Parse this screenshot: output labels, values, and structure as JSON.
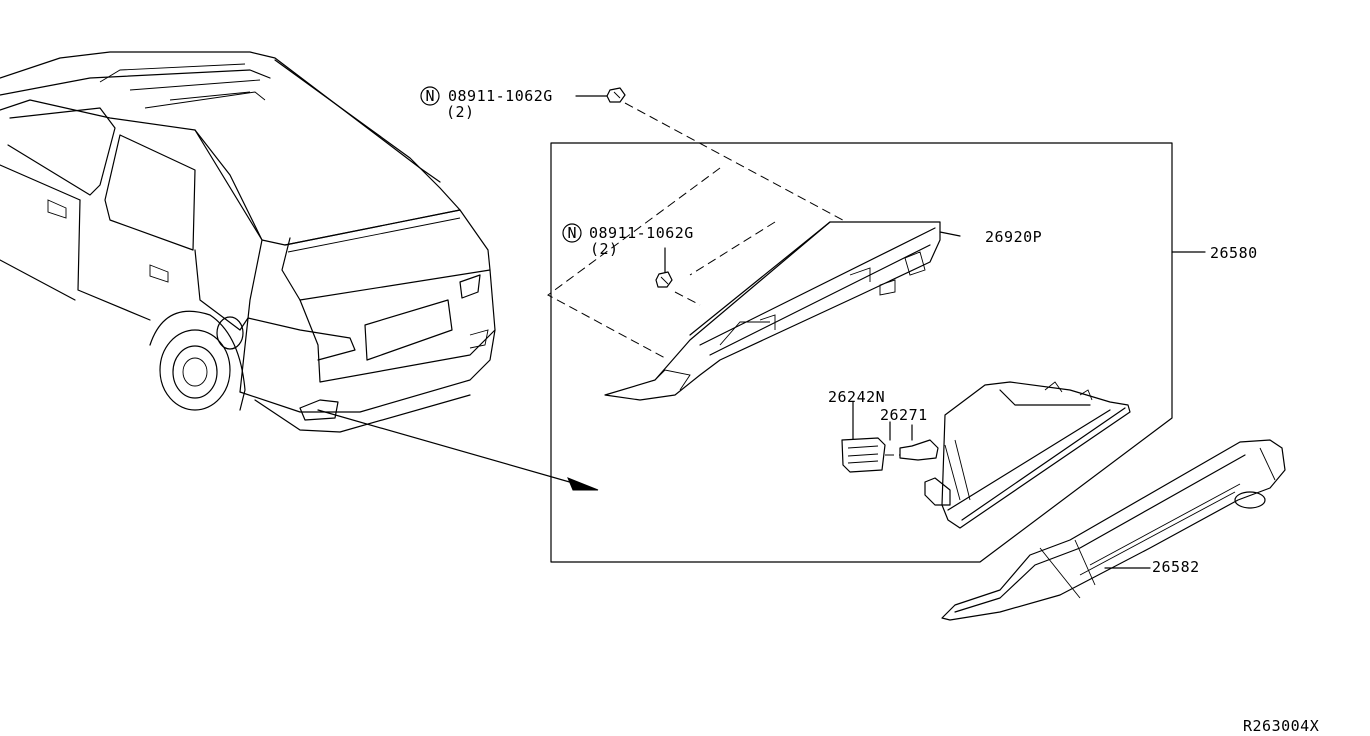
{
  "diagram": {
    "reference_code": "R263004X",
    "parts": [
      {
        "id": "nut-top",
        "number": "08911-1062G",
        "qty": "(2)",
        "prefix": "N"
      },
      {
        "id": "nut-mid",
        "number": "08911-1062G",
        "qty": "(2)",
        "prefix": "N"
      },
      {
        "id": "finisher",
        "number": "26920P"
      },
      {
        "id": "assembly",
        "number": "26580"
      },
      {
        "id": "socket",
        "number": "26242N"
      },
      {
        "id": "bulb",
        "number": "26271"
      },
      {
        "id": "lens",
        "number": "26582"
      }
    ]
  }
}
